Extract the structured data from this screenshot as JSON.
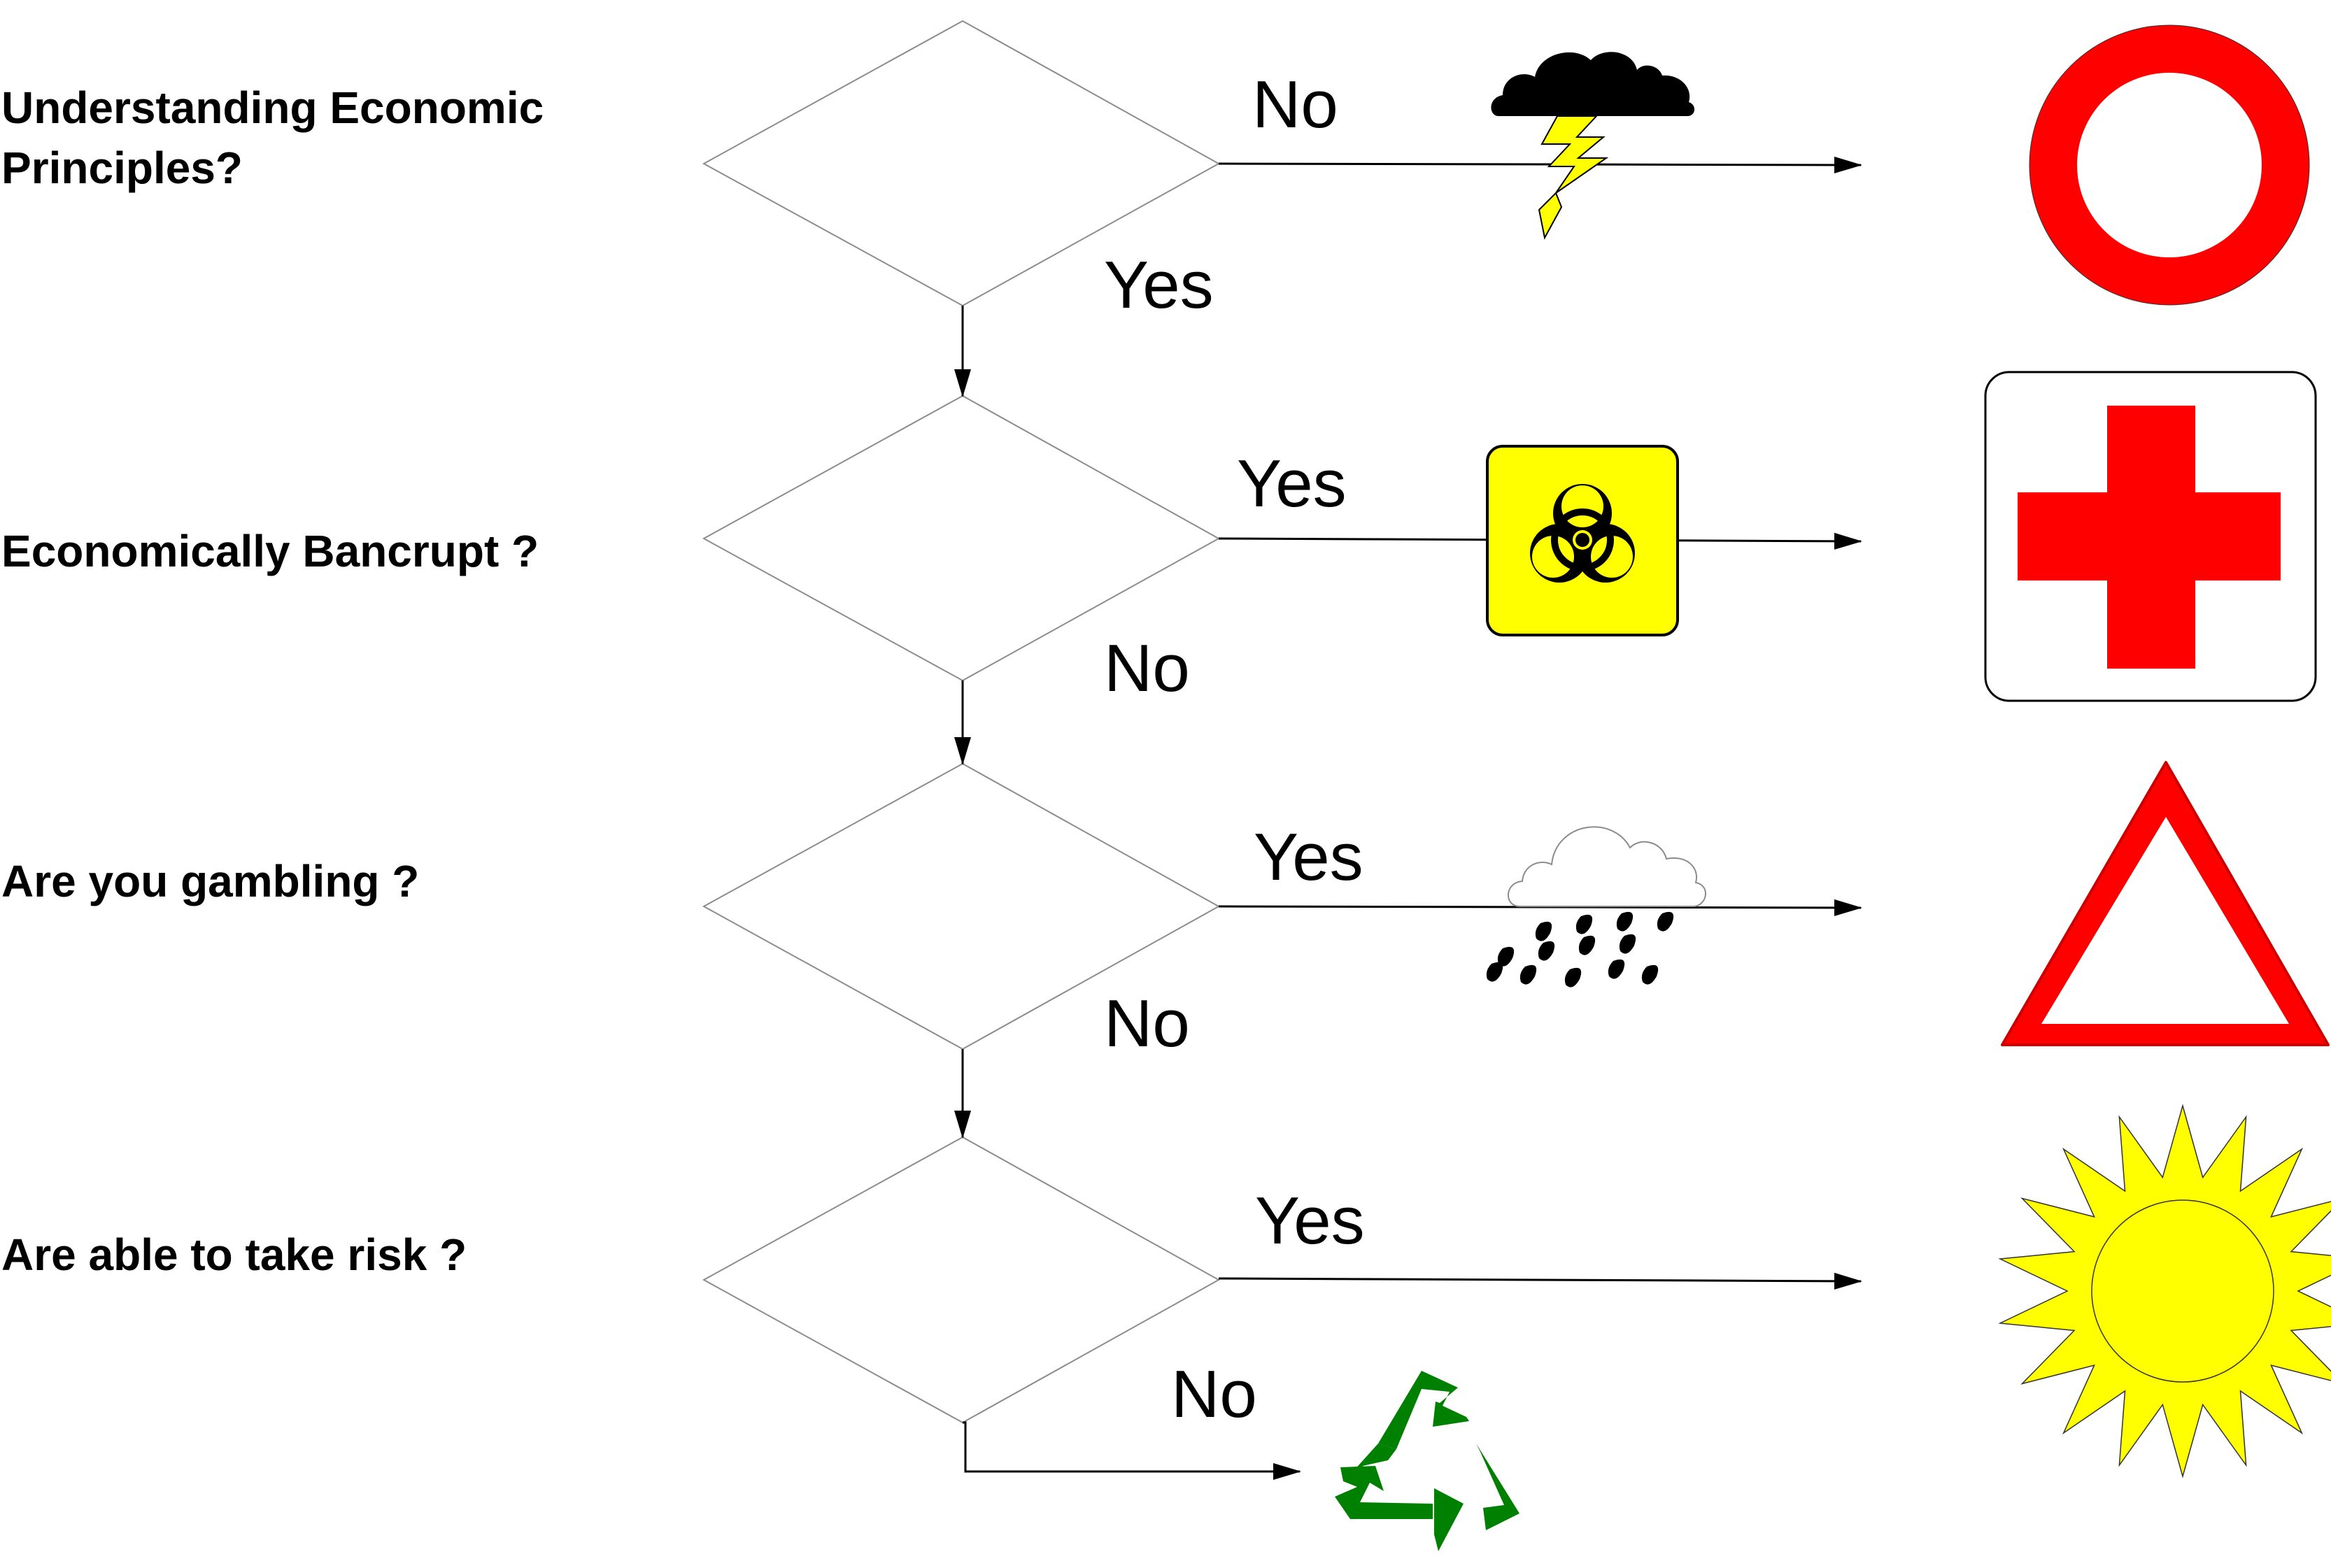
{
  "questions": [
    {
      "line1": "Understanding Economic",
      "line2": "Principles?"
    },
    {
      "line1": "Economically Bancrupt ?",
      "line2": ""
    },
    {
      "line1": "Are you gambling ?",
      "line2": ""
    },
    {
      "line1": "Are able to take risk ?",
      "line2": ""
    }
  ],
  "branches": {
    "q1_side": "No",
    "q1_down": "Yes",
    "q2_side": "Yes",
    "q2_down": "No",
    "q3_side": "Yes",
    "q3_down": "No",
    "q4_side": "Yes",
    "q4_down": "No"
  },
  "icons": {
    "q1_path": "storm-cloud-icon",
    "q2_path": "biohazard-icon",
    "q3_path": "rain-cloud-icon",
    "q4_down": "recycle-icon",
    "outcome1": "red-ring-sign-icon",
    "outcome2": "red-cross-sign-icon",
    "outcome3": "red-triangle-warning-icon",
    "outcome4": "sun-icon"
  },
  "colors": {
    "red": "#ff0000",
    "yellow": "#ffff00",
    "green": "#008000",
    "line": "#000000",
    "diamond": "#8c8c8c"
  }
}
